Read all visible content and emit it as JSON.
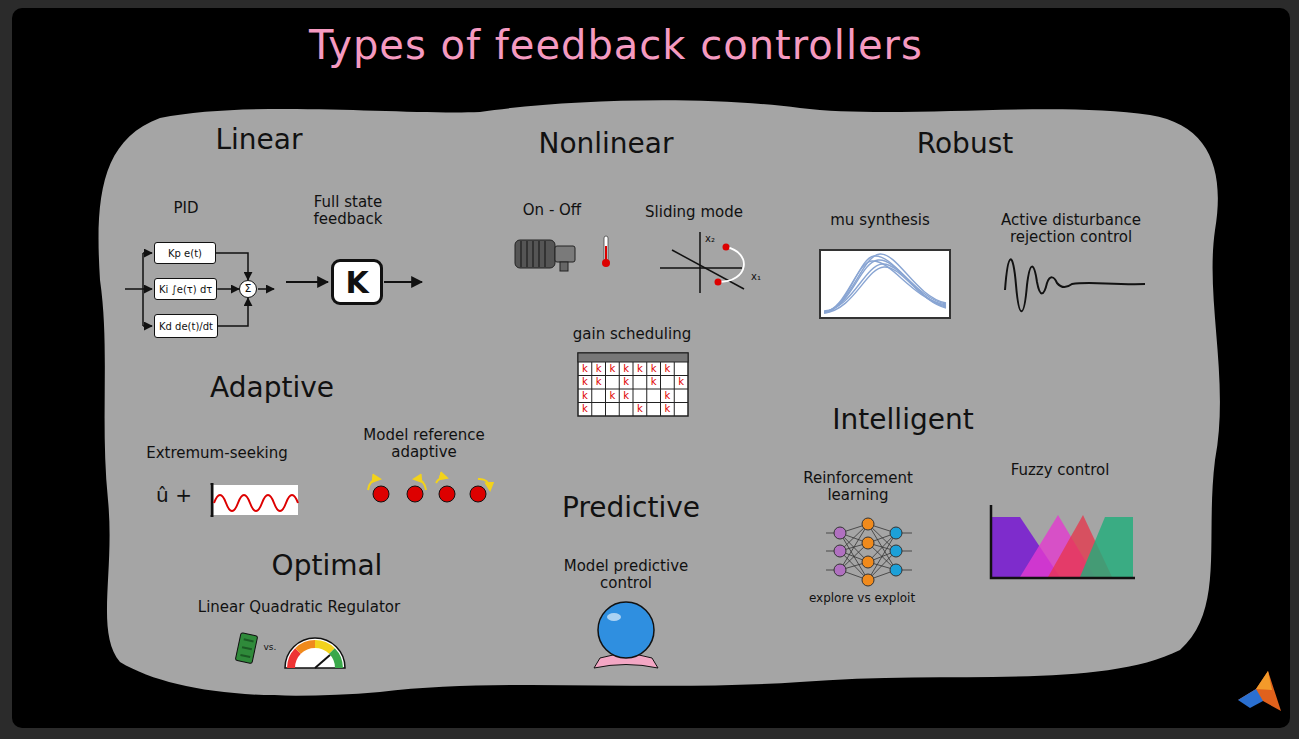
{
  "diagram": {
    "title": "Types of feedback controllers",
    "nodes": [
      {
        "text": [
          "Kp e(t)"
        ]
      },
      {
        "text": [
          "Ki ∫e(τ) dτ"
        ]
      },
      {
        "text": [
          "Kd de(t)/dt"
        ]
      },
      {
        "text": [
          "Σ"
        ]
      },
      {
        "text": [
          "K"
        ]
      }
    ],
    "edges": [
      {
        "from": 0,
        "to": 3,
        "arrow": "to"
      },
      {
        "from": 1,
        "to": 3,
        "arrow": "to"
      },
      {
        "from": 2,
        "to": 3,
        "arrow": "to"
      }
    ],
    "labels": [
      "Linear",
      "PID",
      "Full state feedback",
      "Nonlinear",
      "On - Off",
      "Sliding mode",
      "x₂",
      "x₁",
      "gain scheduling",
      "k",
      "k",
      "k",
      "k",
      "k",
      "k",
      "k",
      "k",
      "k",
      "k",
      "k",
      "k",
      "k",
      "k",
      "k",
      "k",
      "k",
      "k",
      "k",
      "Robust",
      "mu synthesis",
      "Active disturbance rejection control",
      "Adaptive",
      "Extremum-seeking",
      "û +",
      "Model reference adaptive",
      "Intelligent",
      "Reinforcement learning",
      "Fuzzy control",
      "explore vs exploit",
      "Predictive",
      "Model predictive control",
      "Optimal",
      "Linear Quadratic Regulator",
      "vs."
    ]
  }
}
